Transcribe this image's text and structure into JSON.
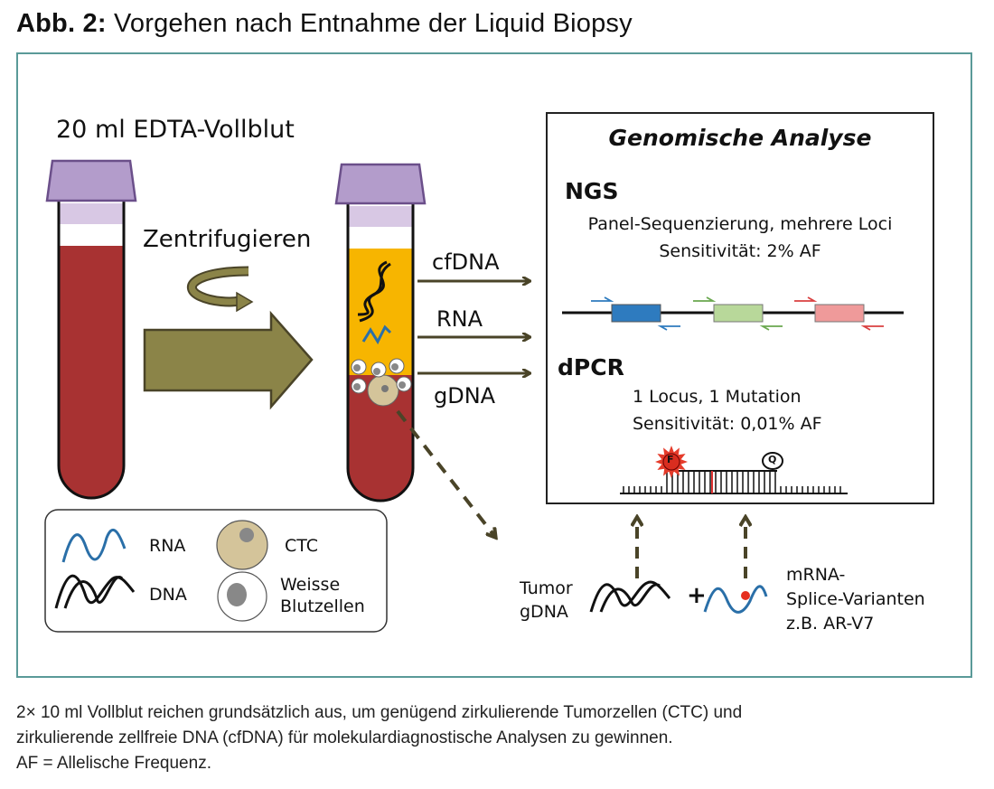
{
  "figure": {
    "label": "Abb. 2:",
    "title": "Vorgehen nach Entnahme der Liquid Biopsy"
  },
  "left": {
    "tube_label": "20 ml EDTA-Vollblut",
    "step_label": "Zentrifugieren"
  },
  "fractions": [
    "cfDNA",
    "RNA",
    "gDNA"
  ],
  "analysis": {
    "title": "Genomische Analyse",
    "ngs": {
      "name": "NGS",
      "desc": "Panel-Sequenzierung, mehrere Loci",
      "sensitivity": "Sensitivität: 2% AF"
    },
    "dpcr": {
      "name": "dPCR",
      "desc": "1 Locus, 1 Mutation",
      "sensitivity": "Sensitivität: 0,01% AF",
      "probe_f": "F",
      "probe_q": "Q"
    }
  },
  "legend": {
    "rna": "RNA",
    "dna": "DNA",
    "ctc": "CTC",
    "wbc_line1": "Weisse",
    "wbc_line2": "Blutzellen"
  },
  "bottom": {
    "tumor_line1": "Tumor",
    "tumor_line2": "gDNA",
    "plus": "+",
    "mrna_line1": "mRNA-",
    "mrna_line2": "Splice-Varianten",
    "mrna_line3": "z.B. AR-V7"
  },
  "colors": {
    "frame": "#5a9a98",
    "blood": "#a83232",
    "plasma": "#f7b500",
    "cap": "#b39ccb",
    "arrow": "#8b8448",
    "arrow_dark": "#4a4428",
    "rna_blue": "#2a6fa8",
    "ngs_blue": "#2e7bbf",
    "ngs_green": "#b8d89a",
    "ngs_red": "#ef9a9a",
    "ctc": "#d4c49a"
  },
  "caption": {
    "line1": "2× 10 ml Vollblut reichen grundsätzlich aus, um genügend zirkulierende Tumorzellen (CTC) und",
    "line2": "zirkulierende zellfreie DNA (cfDNA) für molekulardiagnostische Analysen zu gewinnen.",
    "line3": "AF = Allelische Frequenz."
  }
}
